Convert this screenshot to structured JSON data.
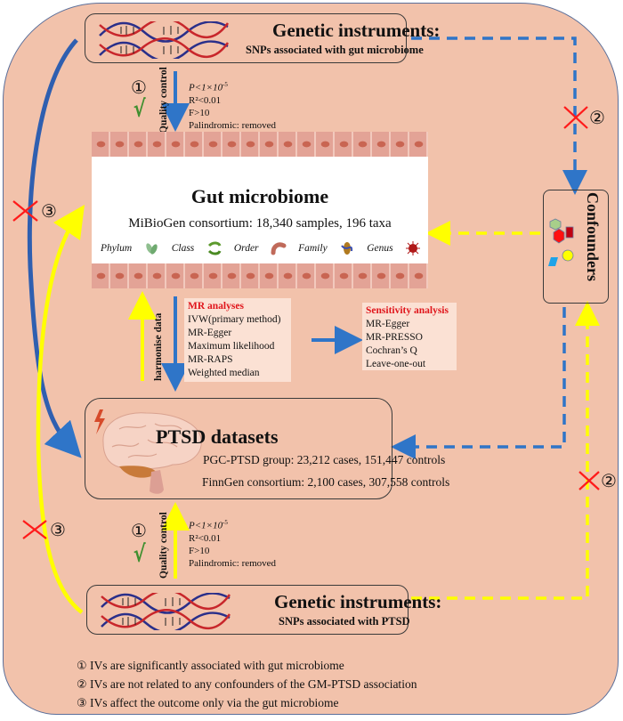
{
  "top_instruments": {
    "title": "Genetic instruments:",
    "subtitle": "SNPs associated with gut microbiome"
  },
  "top_quality_control": {
    "marker": "①",
    "check": "√",
    "label": "Quality control",
    "criteria": [
      "P<1×10",
      "R²<0.01",
      "F>10",
      "Palindromic: removed"
    ],
    "p_exponent": "-5"
  },
  "gut_microbiome": {
    "title": "Gut microbiome",
    "subtitle": "MiBioGen consortium: 18,340 samples, 196 taxa",
    "taxa": [
      "Phylum",
      "Class",
      "Order",
      "Family",
      "Genus"
    ]
  },
  "harmonise_label": "harmonise data",
  "mr_analyses": {
    "heading": "MR analyses",
    "methods": [
      "IVW(primary method)",
      "MR-Egger",
      "Maximum likelihood",
      "MR-RAPS",
      "Weighted median"
    ]
  },
  "sensitivity_analysis": {
    "heading": "Sensitivity analysis",
    "methods": [
      "MR-Egger",
      "MR-PRESSO",
      "Cochran’s Q",
      "Leave-one-out"
    ]
  },
  "ptsd": {
    "title": "PTSD datasets",
    "lines": [
      "PGC-PTSD group:  23,212 cases, 151,447 controls",
      "FinnGen consortium: 2,100 cases, 307,558 controls"
    ]
  },
  "bottom_quality_control": {
    "marker": "①",
    "check": "√",
    "label": "Quality control",
    "criteria": [
      "P<1×10",
      "R²<0.01",
      "F>10",
      "Palindromic: removed"
    ],
    "p_exponent": "-5"
  },
  "bottom_instruments": {
    "title": "Genetic instruments:",
    "subtitle": "SNPs associated with PTSD"
  },
  "confounders": {
    "label": "Confounders"
  },
  "violation_markers": {
    "top_right": "②",
    "bottom_right": "②",
    "left_upper": "③",
    "left_lower": "③"
  },
  "assumptions": [
    {
      "num": "①",
      "text": " IVs are significantly associated with gut microbiome"
    },
    {
      "num": "②",
      "text": " IVs are not related to any confounders of the GM-PTSD association"
    },
    {
      "num": "③",
      "text": " IVs affect the outcome only via the gut microbiome"
    }
  ],
  "colors": {
    "background": "#f2c2ab",
    "blue_arrow": "#2f75c8",
    "yellow_arrow": "#ffff00",
    "red_cross": "#ff1a1a",
    "check_green": "#3f8f2f",
    "heading_red": "#e0151b"
  }
}
